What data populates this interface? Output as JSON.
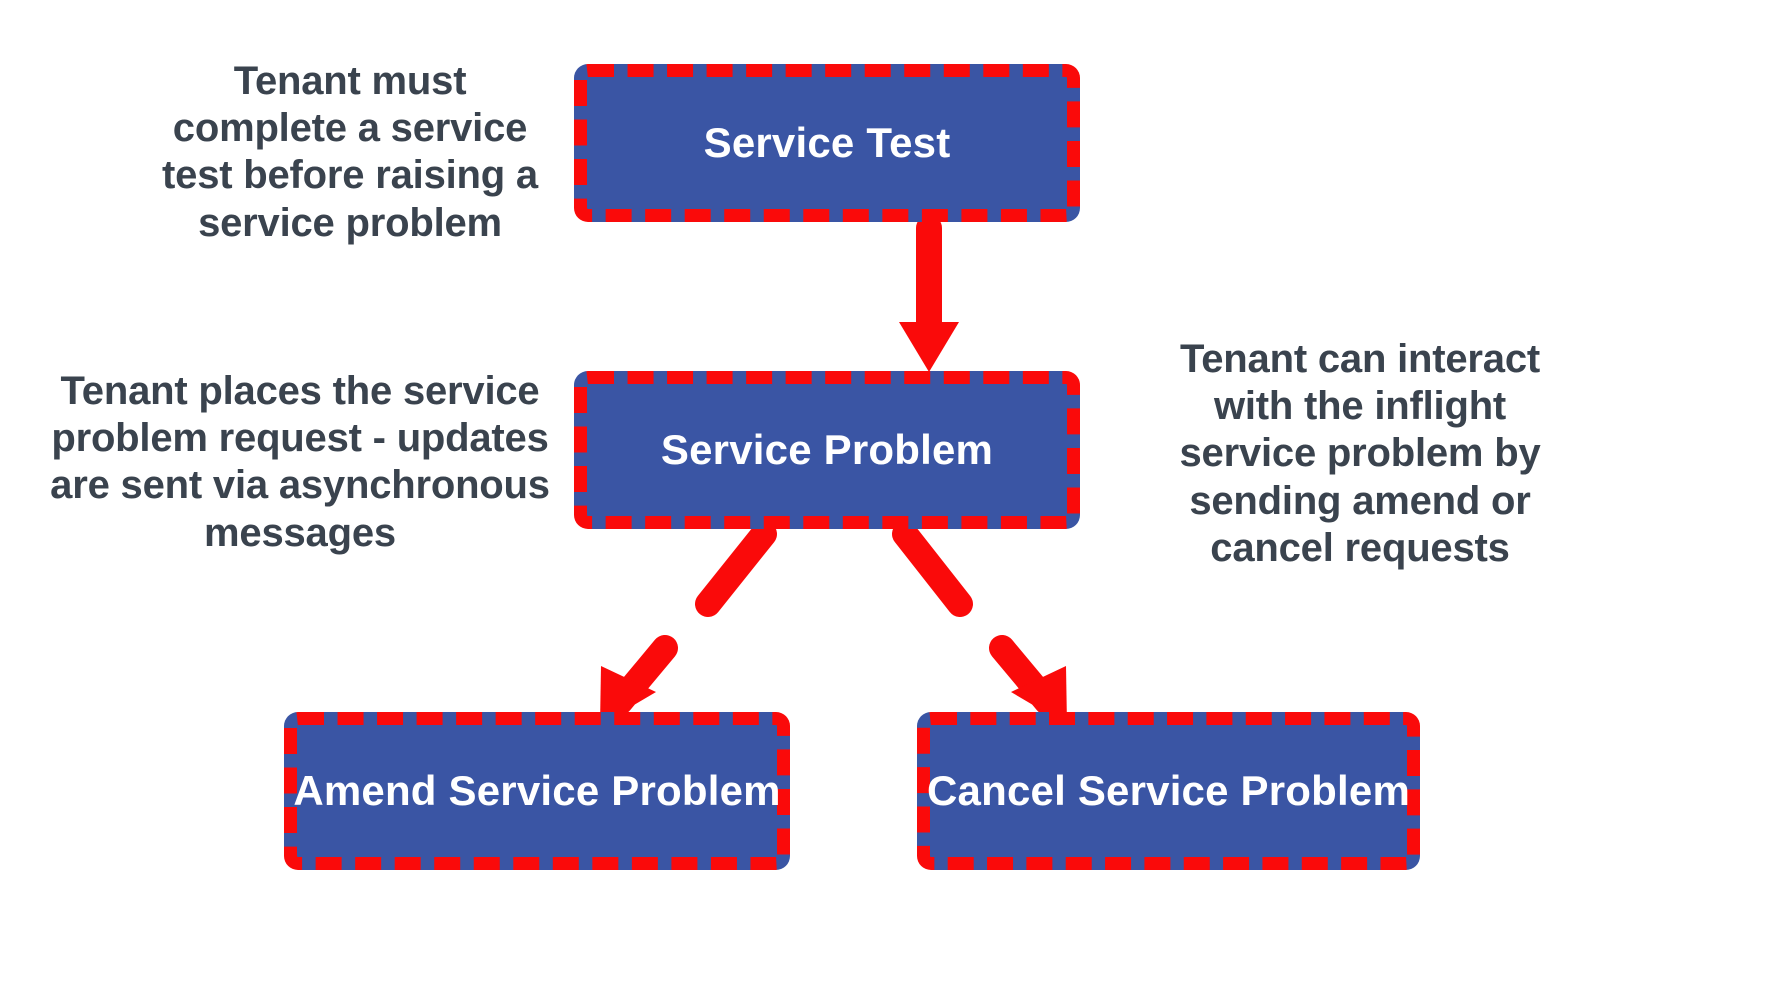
{
  "diagram": {
    "title": "Service Test to Service Problem flow",
    "background_color": "#ffffff",
    "palette": {
      "node_fill": "#3a55a4",
      "node_border": "#fa0a0a",
      "node_text": "#ffffff",
      "note_text": "#3a434e",
      "connector": "#fa0a0a"
    },
    "notes": [
      {
        "id": "note-left-top",
        "text": "Tenant must\ncomplete a service\ntest before raising a\nservice problem"
      },
      {
        "id": "note-left-mid",
        "text": "Tenant places the service\nproblem request - updates\nare sent via asynchronous\nmessages"
      },
      {
        "id": "note-right",
        "text": "Tenant can interact\nwith the inflight\nservice problem by\nsending amend or\ncancel requests"
      }
    ],
    "nodes": [
      {
        "id": "service-test",
        "label": "Service Test"
      },
      {
        "id": "service-problem",
        "label": "Service Problem"
      },
      {
        "id": "amend-problem",
        "label": "Amend Service Problem"
      },
      {
        "id": "cancel-problem",
        "label": "Cancel Service Problem"
      }
    ],
    "connectors": [
      {
        "id": "service-test-to-service-problem",
        "from": "service-test",
        "to": "service-problem",
        "style": "solid"
      },
      {
        "id": "service-problem-to-amend-problem",
        "from": "service-problem",
        "to": "amend-problem",
        "style": "dashed"
      },
      {
        "id": "service-problem-to-cancel-problem",
        "from": "service-problem",
        "to": "cancel-problem",
        "style": "dashed"
      }
    ]
  }
}
